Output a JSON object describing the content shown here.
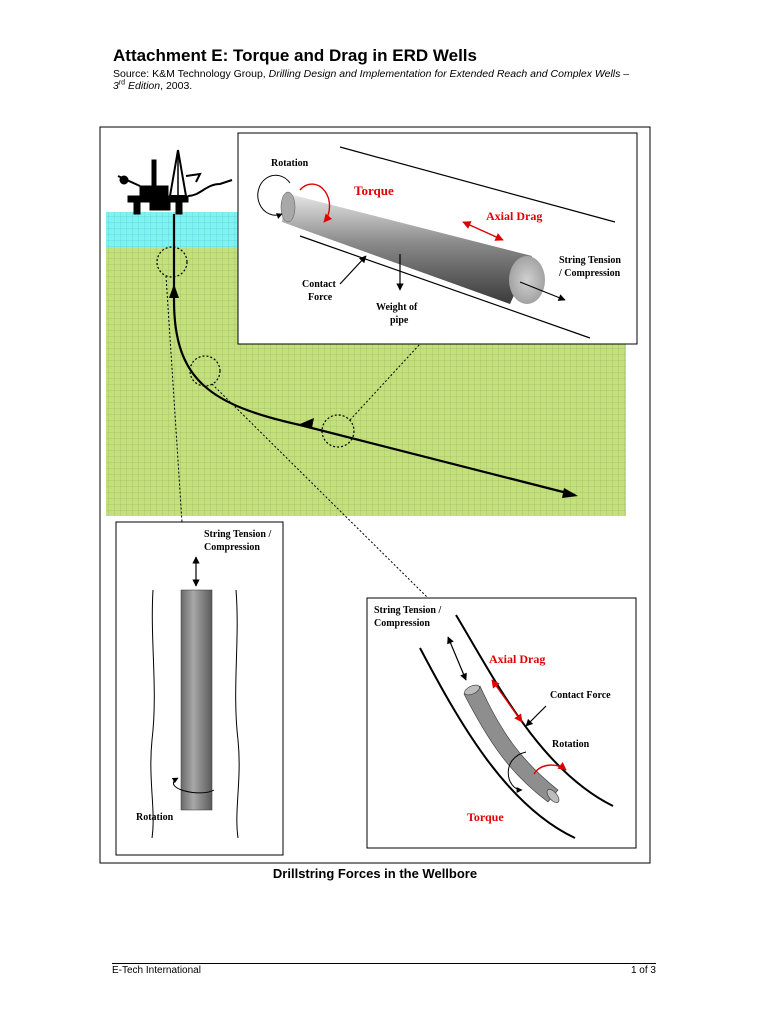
{
  "header": {
    "title": "Attachment E: Torque and Drag in ERD Wells",
    "source_prefix": "Source: K&M Technology Group, ",
    "source_italic": "Drilling Design and Implementation for Extended Reach and Complex Wells – 3",
    "source_sup": "rd",
    "source_italic2": "Edition",
    "source_suffix": ", 2003."
  },
  "top_inset": {
    "rotation": "Rotation",
    "torque": "Torque",
    "axial_drag": "Axial Drag",
    "string_tension_1": "String Tension",
    "string_tension_2": "/ Compression",
    "contact_force_1": "Contact",
    "contact_force_2": "Force",
    "weight_1": "Weight of",
    "weight_2": "pipe"
  },
  "left_inset": {
    "string_tension_1": "String Tension /",
    "string_tension_2": "Compression",
    "rotation": "Rotation"
  },
  "right_inset": {
    "string_tension_1": "String Tension /",
    "string_tension_2": "Compression",
    "axial_drag": "Axial Drag",
    "contact_force": "Contact Force",
    "rotation": "Rotation",
    "torque": "Torque"
  },
  "caption": "Drillstring Forces in the Wellbore",
  "footer": {
    "left": "E-Tech International",
    "right": "1 of 3"
  },
  "colors": {
    "sea": "#7ff2f2",
    "ground": "#c4e07c",
    "grid": "#8db060",
    "accent_red": "#e00000"
  }
}
